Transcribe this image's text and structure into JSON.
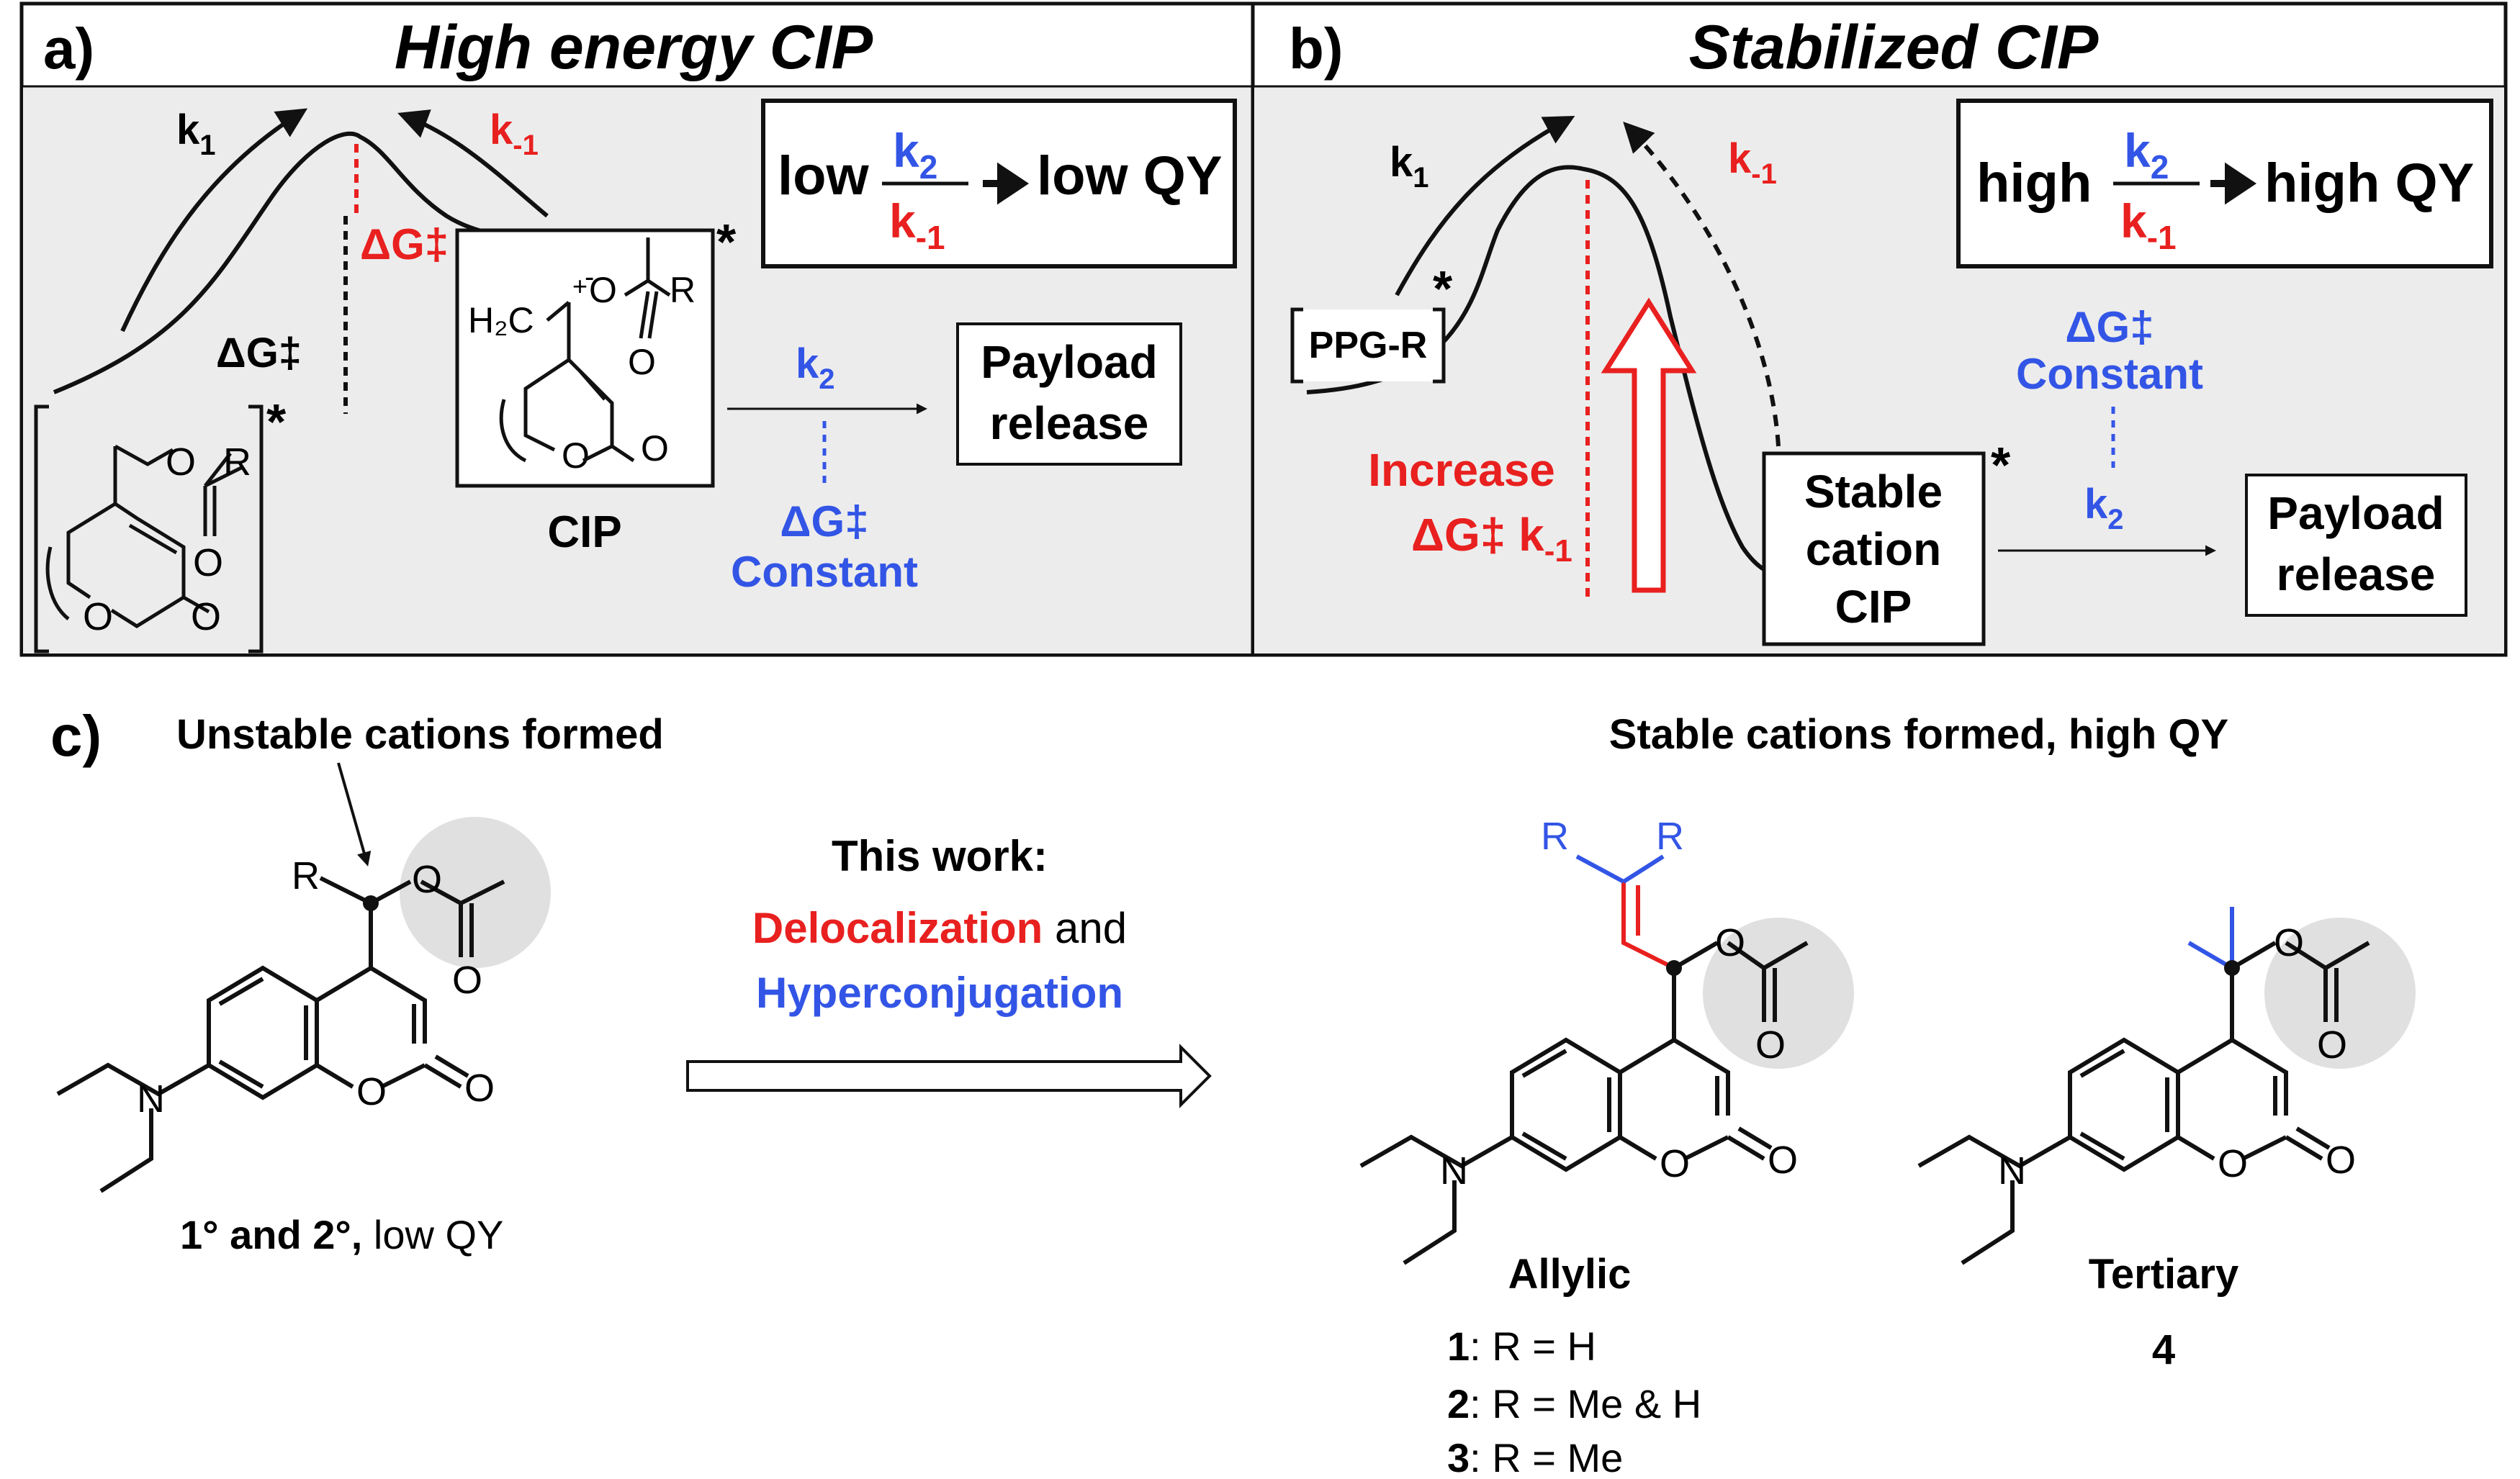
{
  "panel_a": {
    "label": "a)",
    "title": "High energy CIP",
    "k1": "k",
    "k1_sub": "1",
    "km1": "k",
    "km1_sub": "-1",
    "dG_ts": "ΔG‡",
    "dG_left": "ΔG‡",
    "ratio_pre": "low",
    "ratio_num": "k",
    "ratio_num_sub": "2",
    "ratio_den": "k",
    "ratio_den_sub": "-1",
    "ratio_post": "low QY",
    "cip_label": "CIP",
    "k2": "k",
    "k2_sub": "2",
    "dG_const": "ΔG‡",
    "const": "Constant",
    "payload_1": "Payload",
    "payload_2": "release",
    "asterisk": "*",
    "ch2": "H₂C",
    "plus": "+",
    "minus": "-",
    "O": "O",
    "R": "R"
  },
  "panel_b": {
    "label": "b)",
    "title": "Stabilized CIP",
    "k1": "k",
    "k1_sub": "1",
    "km1": "k",
    "km1_sub": "-1",
    "ratio_pre": "high",
    "ratio_num": "k",
    "ratio_num_sub": "2",
    "ratio_den": "k",
    "ratio_den_sub": "-1",
    "ratio_post": "high QY",
    "ppg": "PPG-R",
    "increase_1": "Increase",
    "increase_2": "ΔG‡ k",
    "increase_2_sub": "-1",
    "stable_1": "Stable",
    "stable_2": "cation",
    "stable_3": "CIP",
    "dG_const": "ΔG‡",
    "const": "Constant",
    "k2": "k",
    "k2_sub": "2",
    "payload_1": "Payload",
    "payload_2": "release",
    "asterisk": "*"
  },
  "panel_c": {
    "label": "c)",
    "unstable": "Unstable cations formed",
    "stable": "Stable cations formed, high QY",
    "this_work": "This work:",
    "deloc": "Delocalization",
    "and": " and",
    "hyper": "Hyperconjugation",
    "left_caption_bold": "1° and 2°,",
    "left_caption_rest": " low QY",
    "allylic": "Allylic",
    "tertiary": "Tertiary",
    "tertiary_num": "4",
    "cmpd": [
      {
        "num": "1",
        "text": ": R = H"
      },
      {
        "num": "2",
        "text": ": R = Me & H"
      },
      {
        "num": "3",
        "text": ": R = Me"
      }
    ],
    "R": "R",
    "O": "O",
    "N": "N"
  },
  "colors": {
    "red": "#e8201f",
    "blue": "#3355e6",
    "panel_bg": "#ececec",
    "circle": "#e0e0e0"
  }
}
